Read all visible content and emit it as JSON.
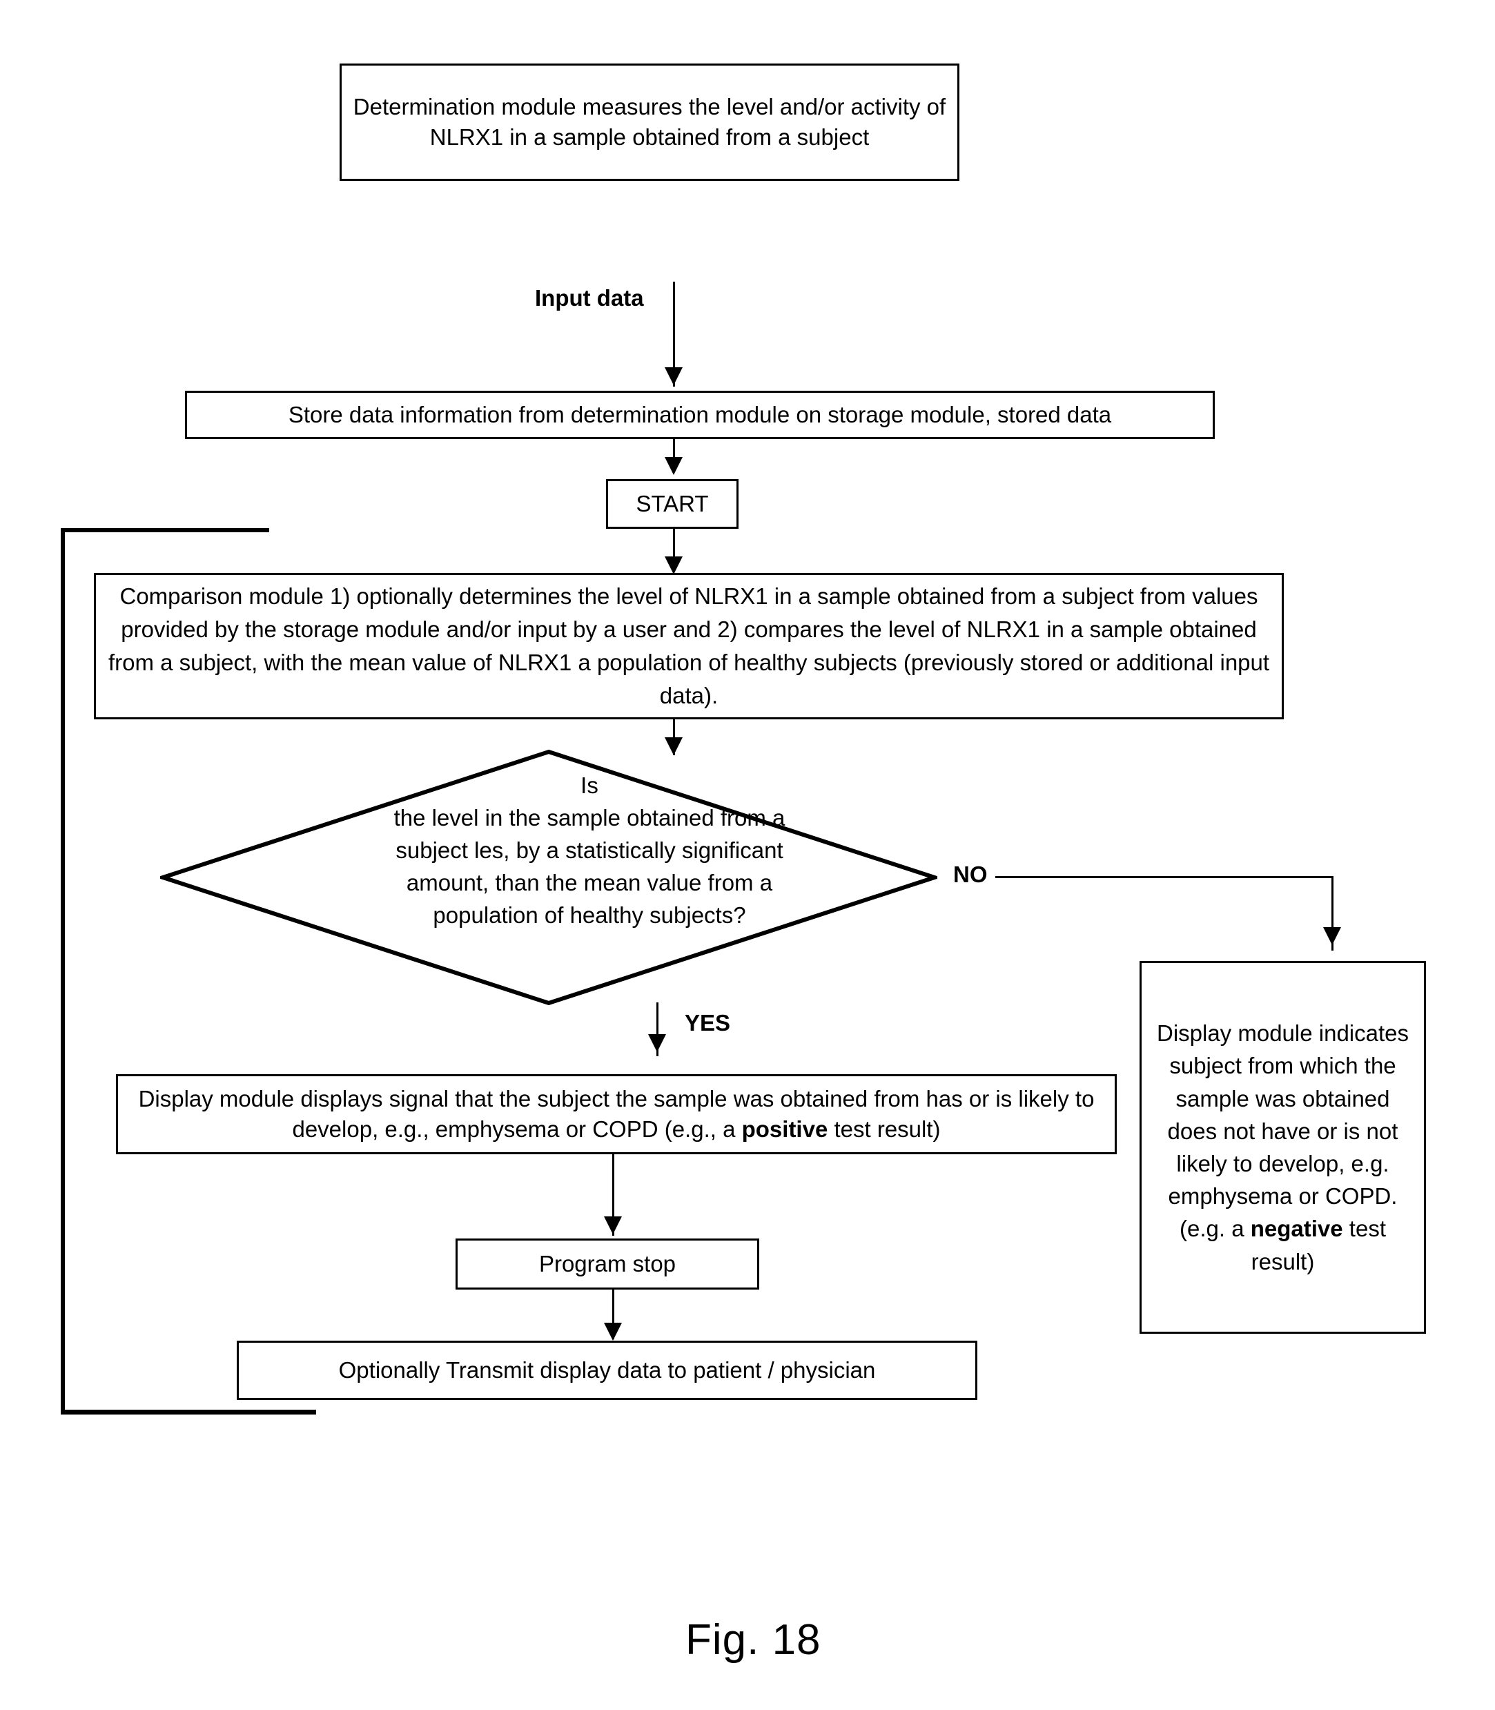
{
  "figure": {
    "caption": "Fig. 18",
    "type": "flowchart"
  },
  "nodes": {
    "determination": {
      "id": "determination-module",
      "shape": "rectangle",
      "text": "Determination module measures the level and/or activity of NLRX1 in a sample obtained from a subject"
    },
    "storage": {
      "id": "storage-module",
      "shape": "rectangle",
      "text": "Store data information from determination module on storage module, stored data"
    },
    "start": {
      "id": "start",
      "shape": "rectangle",
      "text": "START"
    },
    "comparison": {
      "id": "comparison-module",
      "shape": "rectangle",
      "text": "Comparison module 1) optionally determines the level of NLRX1 in a sample obtained from a subject  from values provided by the storage module and/or input by a user and 2) compares the level of NLRX1 in a sample obtained from a subject, with the mean value of NLRX1 a population of healthy subjects (previously stored or additional input data)."
    },
    "decision": {
      "id": "decision",
      "shape": "diamond",
      "line1": "Is",
      "line2": "the level in the sample obtained from a",
      "line3": "subject les, by a statistically significant",
      "line4": "amount, than the mean value from a",
      "line5": "population of healthy subjects?"
    },
    "positive_result": {
      "id": "positive-result",
      "shape": "rectangle",
      "text_part1": "Display module displays signal that the subject the sample was obtained from has or is likely to develop, e.g., emphysema or COPD (e.g., a ",
      "text_bold": "positive",
      "text_part2": " test result)"
    },
    "negative_result": {
      "id": "negative-result",
      "shape": "rectangle",
      "text_part1": "Display module indicates subject from which the sample was obtained does not have or is not likely to develop, e.g. emphysema or COPD. (e.g. a ",
      "text_bold": "negative",
      "text_part2": " test result)"
    },
    "program_stop": {
      "id": "program-stop",
      "shape": "rectangle",
      "text": "Program stop"
    },
    "transmit": {
      "id": "transmit",
      "shape": "rectangle",
      "text": "Optionally Transmit display data to patient / physician"
    }
  },
  "edge_labels": {
    "input_data": "Input data",
    "yes": "YES",
    "no": "NO"
  },
  "colors": {
    "stroke": "#000000",
    "fill": "#ffffff",
    "text": "#000000"
  }
}
